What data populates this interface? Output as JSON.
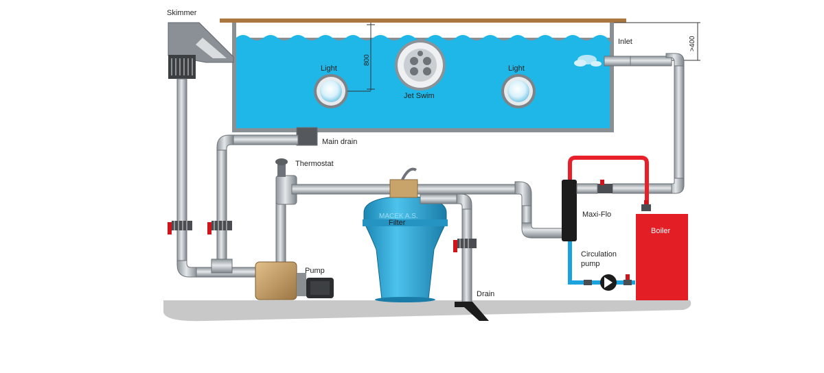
{
  "diagram": {
    "labels": {
      "skimmer": "Skimmer",
      "inlet": "Inlet",
      "depth_dim": "800",
      "height_dim": ">400",
      "light_left": "Light",
      "light_right": "Light",
      "jet_swim": "Jet Swim",
      "main_drain": "Main drain",
      "thermostat": "Thermostat",
      "filter": "Filter",
      "watermark": "MACEK A.S.",
      "maxi_flo": "Maxi-Flo",
      "boiler": "Boiler",
      "circulation_pump_line1": "Circulation",
      "circulation_pump_line2": "pump",
      "pump": "Pump",
      "drain": "Drain"
    },
    "colors": {
      "water": "#1fb6e8",
      "pool_border": "#8a8f94",
      "pipe": "#bfc4c8",
      "pipe_edge": "#6d7378",
      "hot_pipe": "#e8202a",
      "cold_pipe": "#1aa3dc",
      "boiler": "#e31e25",
      "filter_body": "#2fa9d6",
      "pump_brass": "#c9a46a",
      "ground": "#c4c4c4",
      "deck": "#a9773f"
    },
    "icons": [
      "valve-icon",
      "light-icon",
      "jet-swim-icon",
      "water-splash-icon"
    ]
  }
}
